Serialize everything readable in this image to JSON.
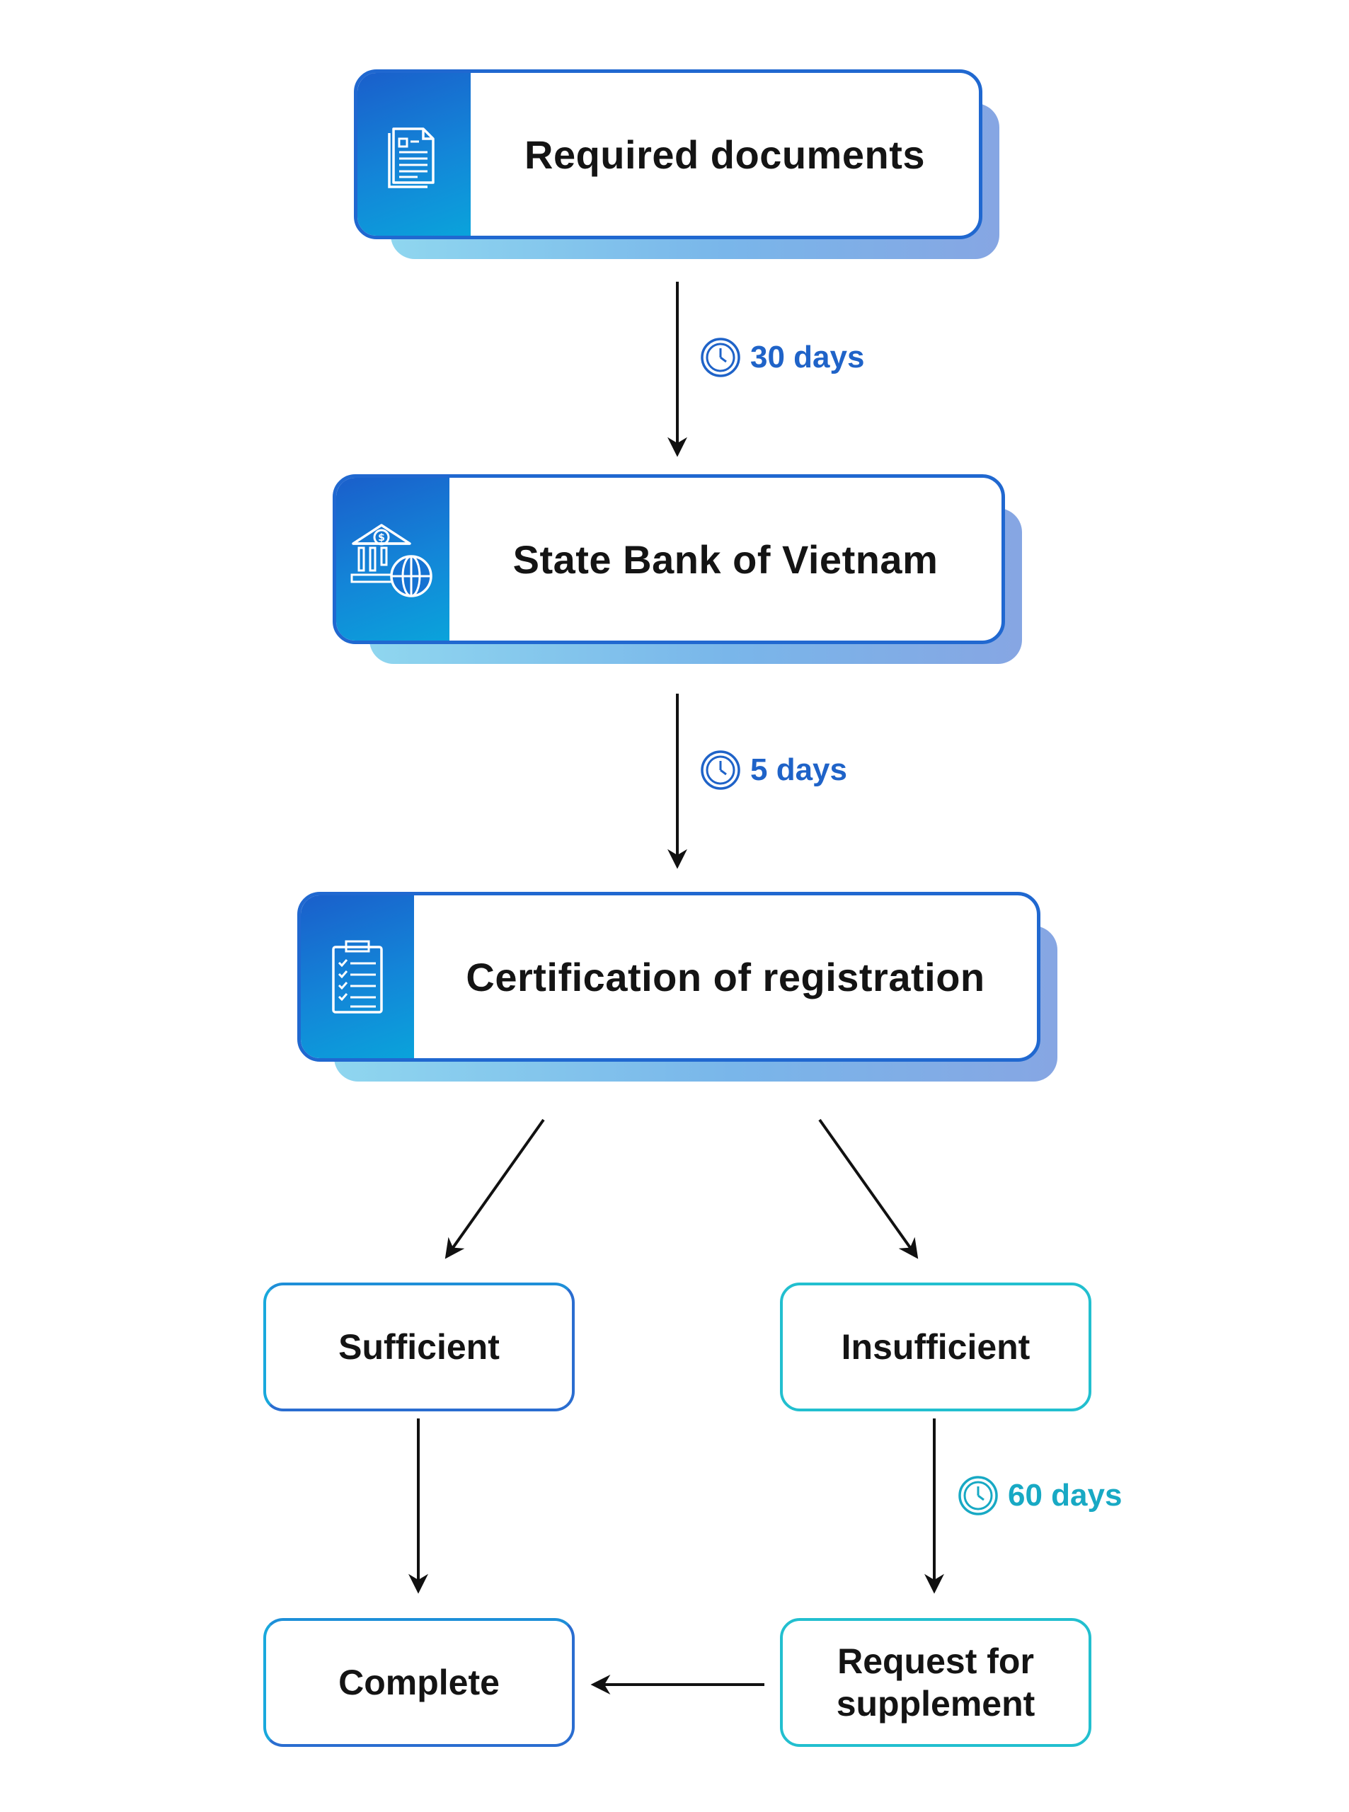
{
  "steps": {
    "required": {
      "label": "Required documents",
      "icon": "document-icon"
    },
    "sbv": {
      "label": "State Bank of Vietnam",
      "icon": "bank-globe-icon"
    },
    "cert": {
      "label": "Certification of registration",
      "icon": "checklist-clipboard-icon"
    }
  },
  "timings": {
    "t1": {
      "label": "30 days",
      "icon": "clock-icon"
    },
    "t2": {
      "label": "5 days",
      "icon": "clock-icon"
    },
    "t3": {
      "label": "60 days",
      "icon": "clock-icon"
    }
  },
  "outcomes": {
    "sufficient": "Sufficient",
    "insufficient": "Insufficient",
    "complete": "Complete",
    "request_line1": "Request for",
    "request_line2": "supplement"
  },
  "colors": {
    "primary_blue": "#2068d0",
    "teal": "#22bfcf",
    "timing_blue": "#1f63c8",
    "timing_teal": "#18a9c4"
  }
}
